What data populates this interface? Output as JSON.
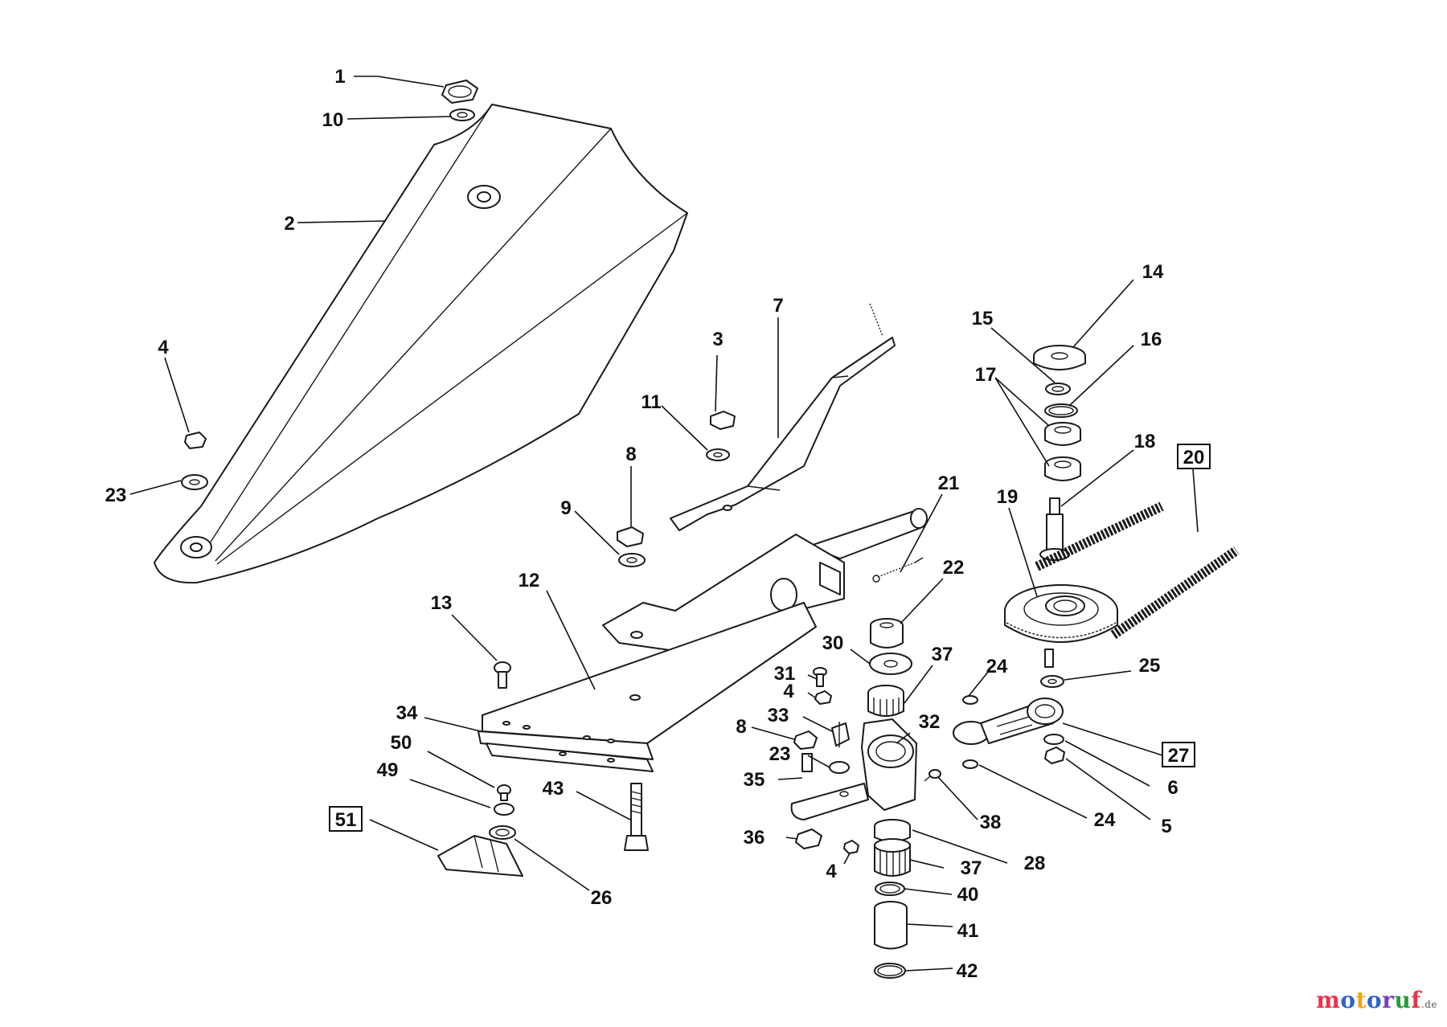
{
  "callouts": {
    "c1": "1",
    "c10": "10",
    "c2": "2",
    "c4a": "4",
    "c23a": "23",
    "c3": "3",
    "c11": "11",
    "c7": "7",
    "c8a": "8",
    "c9": "9",
    "c13": "13",
    "c12": "12",
    "c34": "34",
    "c50": "50",
    "c49": "49",
    "c51": "51",
    "c26": "26",
    "c43": "43",
    "c21": "21",
    "c22": "22",
    "c30": "30",
    "c37a": "37",
    "c31": "31",
    "c4b": "4",
    "c33": "33",
    "c8b": "8",
    "c23b": "23",
    "c35": "35",
    "c32": "32",
    "c36": "36",
    "c4c": "4",
    "c38": "38",
    "c28": "28",
    "c37b": "37",
    "c40": "40",
    "c41": "41",
    "c42": "42",
    "c14": "14",
    "c15": "15",
    "c16": "16",
    "c17": "17",
    "c18": "18",
    "c19": "19",
    "c20": "20",
    "c24a": "24",
    "c25": "25",
    "c27": "27",
    "c6": "6",
    "c24b": "24",
    "c5": "5"
  },
  "watermark": {
    "letters": [
      "m",
      "o",
      "t",
      "o",
      "r",
      "u",
      "f"
    ],
    "suffix": ".de"
  },
  "colors": {
    "line": "#1a1a1a",
    "background": "#ffffff",
    "watermark_letters": [
      "#e8334a",
      "#2b66c6",
      "#f2a21b",
      "#2b66c6",
      "#7a3fb5",
      "#2c9a3e",
      "#e8334a"
    ]
  }
}
